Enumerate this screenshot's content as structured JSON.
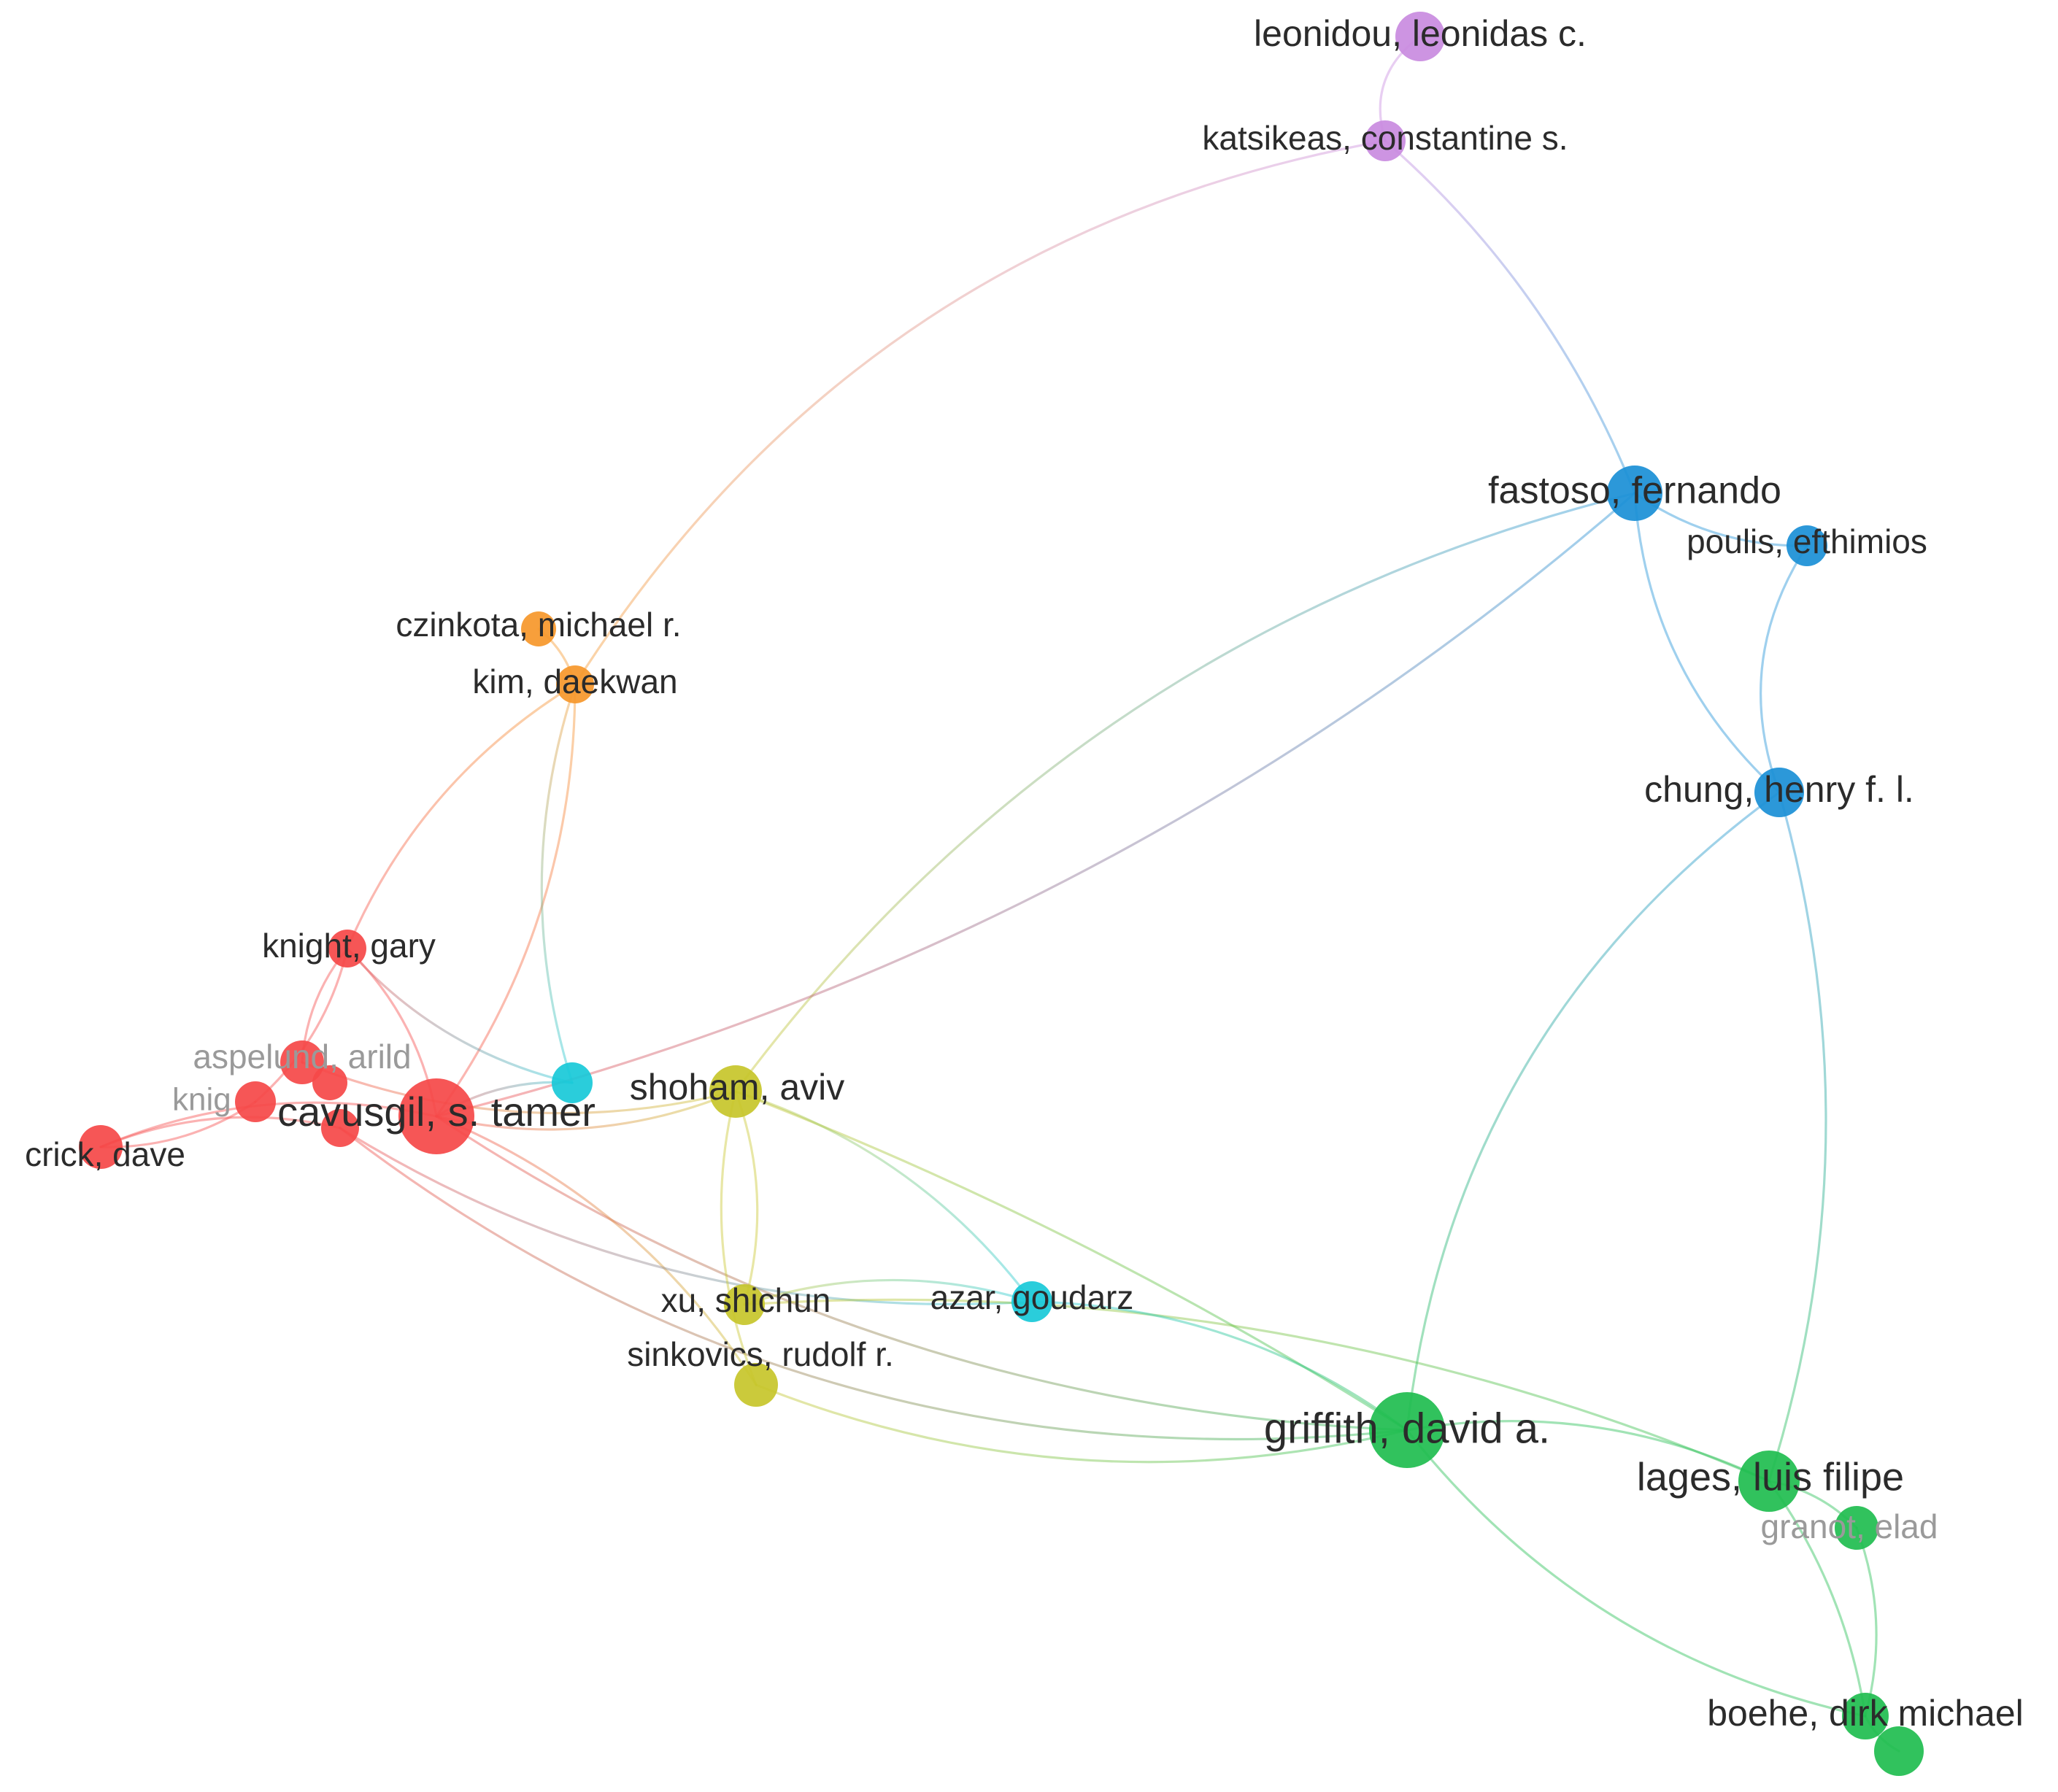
{
  "network": {
    "clusters": {
      "red": "#f54848",
      "orange": "#f6972a",
      "cyan": "#18c9d8",
      "yellow": "#c7c52a",
      "blue": "#1a8fd6",
      "purple": "#c98be0",
      "green": "#1fbd4f"
    },
    "nodes": [
      {
        "id": "leonidou",
        "label": "leonidou, leonidas c.",
        "cluster": "purple"
      },
      {
        "id": "katsikeas",
        "label": "katsikeas, constantine s.",
        "cluster": "purple"
      },
      {
        "id": "fastoso",
        "label": "fastoso, fernando",
        "cluster": "blue"
      },
      {
        "id": "poulis",
        "label": "poulis, efthimios",
        "cluster": "blue"
      },
      {
        "id": "chung",
        "label": "chung, henry f. l.",
        "cluster": "blue"
      },
      {
        "id": "czinkota",
        "label": "czinkota, michael r.",
        "cluster": "orange"
      },
      {
        "id": "kim",
        "label": "kim, daekwan",
        "cluster": "orange"
      },
      {
        "id": "knight",
        "label": "knight, gary",
        "cluster": "red"
      },
      {
        "id": "aspelund",
        "label": "aspelund, arild",
        "cluster": "red",
        "faded": true
      },
      {
        "id": "knight2",
        "label": "knig",
        "cluster": "red",
        "faded": true
      },
      {
        "id": "cavusgil",
        "label": "cavusgil, s. tamer",
        "cluster": "red"
      },
      {
        "id": "crick",
        "label": "crick, dave",
        "cluster": "red"
      },
      {
        "id": "red_a",
        "label": "",
        "cluster": "red"
      },
      {
        "id": "red_b",
        "label": "",
        "cluster": "red"
      },
      {
        "id": "cyan1",
        "label": "",
        "cluster": "cyan"
      },
      {
        "id": "shoham",
        "label": "shoham, aviv",
        "cluster": "yellow"
      },
      {
        "id": "xu",
        "label": "xu, shichun",
        "cluster": "yellow"
      },
      {
        "id": "sinkovics",
        "label": "sinkovics, rudolf r.",
        "cluster": "yellow"
      },
      {
        "id": "azar",
        "label": "azar, goudarz",
        "cluster": "cyan"
      },
      {
        "id": "griffith",
        "label": "griffith, david a.",
        "cluster": "green"
      },
      {
        "id": "lages",
        "label": "lages, luis filipe",
        "cluster": "green"
      },
      {
        "id": "granot",
        "label": "granot, elad",
        "cluster": "green",
        "faded": true
      },
      {
        "id": "boehe",
        "label": "boehe, dirk michael",
        "cluster": "green"
      },
      {
        "id": "green_b",
        "label": "",
        "cluster": "green"
      }
    ],
    "links": [
      [
        "leonidou",
        "katsikeas"
      ],
      [
        "katsikeas",
        "fastoso"
      ],
      [
        "katsikeas",
        "kim"
      ],
      [
        "fastoso",
        "poulis"
      ],
      [
        "fastoso",
        "chung"
      ],
      [
        "poulis",
        "chung"
      ],
      [
        "fastoso",
        "shoham"
      ],
      [
        "fastoso",
        "cavusgil"
      ],
      [
        "chung",
        "griffith"
      ],
      [
        "chung",
        "lages"
      ],
      [
        "czinkota",
        "kim"
      ],
      [
        "kim",
        "knight"
      ],
      [
        "kim",
        "cavusgil"
      ],
      [
        "kim",
        "cyan1"
      ],
      [
        "knight",
        "cavusgil"
      ],
      [
        "knight",
        "aspelund"
      ],
      [
        "knight",
        "knight2"
      ],
      [
        "knight",
        "cyan1"
      ],
      [
        "crick",
        "cavusgil"
      ],
      [
        "crick",
        "knight2"
      ],
      [
        "crick",
        "red_b"
      ],
      [
        "cavusgil",
        "shoham"
      ],
      [
        "cavusgil",
        "cyan1"
      ],
      [
        "cavusgil",
        "griffith"
      ],
      [
        "cavusgil",
        "sinkovics"
      ],
      [
        "aspelund",
        "shoham"
      ],
      [
        "red_b",
        "griffith"
      ],
      [
        "red_b",
        "azar"
      ],
      [
        "shoham",
        "xu"
      ],
      [
        "shoham",
        "griffith"
      ],
      [
        "shoham",
        "azar"
      ],
      [
        "shoham",
        "sinkovics"
      ],
      [
        "xu",
        "azar"
      ],
      [
        "xu",
        "lages"
      ],
      [
        "azar",
        "griffith"
      ],
      [
        "sinkovics",
        "griffith"
      ],
      [
        "griffith",
        "lages"
      ],
      [
        "griffith",
        "boehe"
      ],
      [
        "lages",
        "granot"
      ],
      [
        "lages",
        "boehe"
      ],
      [
        "granot",
        "boehe"
      ],
      [
        "boehe",
        "green_b"
      ]
    ]
  }
}
